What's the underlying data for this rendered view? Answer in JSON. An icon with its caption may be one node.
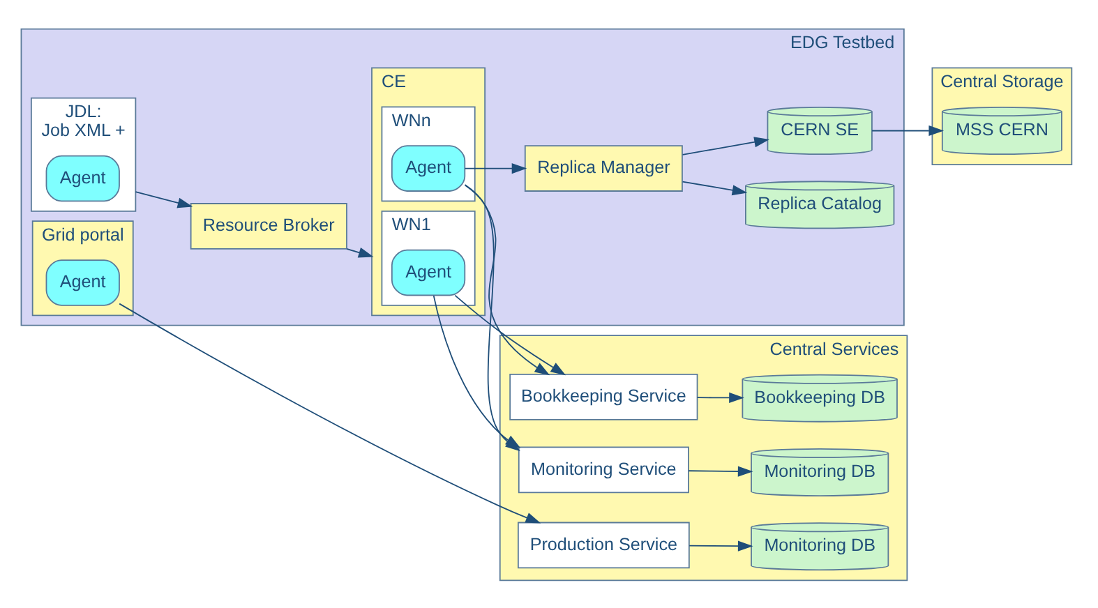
{
  "diagram": {
    "nodes": [
      {
        "text": [
          "EDG Testbed"
        ]
      },
      {
        "text": [
          "Grid portal"
        ],
        "in": 0
      },
      {
        "text": [
          "Agent"
        ],
        "in": 1
      },
      {
        "text": [
          "JDL:",
          "Job XML +"
        ],
        "in": 0
      },
      {
        "text": [
          "Agent"
        ],
        "in": 3
      },
      {
        "text": [
          "Resource Broker"
        ],
        "in": 0
      },
      {
        "text": [
          "CE"
        ],
        "in": 0
      },
      {
        "text": [
          "WN1"
        ],
        "in": 6
      },
      {
        "text": [
          "Agent"
        ],
        "in": 7
      },
      {
        "text": [
          "WNn"
        ],
        "in": 6
      },
      {
        "text": [
          "Agent"
        ],
        "in": 9
      },
      {
        "text": [
          "Replica Catalog"
        ],
        "in": 0
      },
      {
        "text": [
          "Replica Manager"
        ],
        "in": 0
      },
      {
        "text": [
          "CERN SE"
        ],
        "in": 0
      },
      {
        "text": [
          "Central Services"
        ]
      },
      {
        "text": [
          "Production Service"
        ],
        "in": 14
      },
      {
        "text": [
          "Monitoring DB"
        ],
        "in": 14
      },
      {
        "text": [
          "Monitoring Service"
        ],
        "in": 14
      },
      {
        "text": [
          "Monitoring DB"
        ],
        "in": 14
      },
      {
        "text": [
          "Bookkeeping Service"
        ],
        "in": 14
      },
      {
        "text": [
          "Bookkeeping DB"
        ],
        "in": 14
      },
      {
        "text": [
          "Central Storage"
        ]
      },
      {
        "text": [
          "MSS CERN"
        ],
        "in": 21
      }
    ],
    "edges": [
      {
        "from": 2,
        "to": 15,
        "arrow": "to"
      },
      {
        "from": 3,
        "to": 5,
        "arrow": "to"
      },
      {
        "from": 5,
        "to": 6,
        "arrow": "to"
      },
      {
        "from": 8,
        "to": 17,
        "arrow": "to"
      },
      {
        "from": 8,
        "to": 19,
        "arrow": "to"
      },
      {
        "from": 10,
        "to": 17,
        "arrow": "to"
      },
      {
        "from": 10,
        "to": 19,
        "arrow": "to"
      },
      {
        "from": 10,
        "to": 12,
        "arrow": "to"
      },
      {
        "from": 12,
        "to": 11,
        "arrow": "to"
      },
      {
        "from": 12,
        "to": 13,
        "arrow": "to"
      },
      {
        "from": 13,
        "to": 22,
        "arrow": "to"
      },
      {
        "from": 15,
        "to": 16,
        "arrow": "to"
      },
      {
        "from": 17,
        "to": 18,
        "arrow": "to"
      },
      {
        "from": 19,
        "to": 20,
        "arrow": "to"
      }
    ]
  }
}
